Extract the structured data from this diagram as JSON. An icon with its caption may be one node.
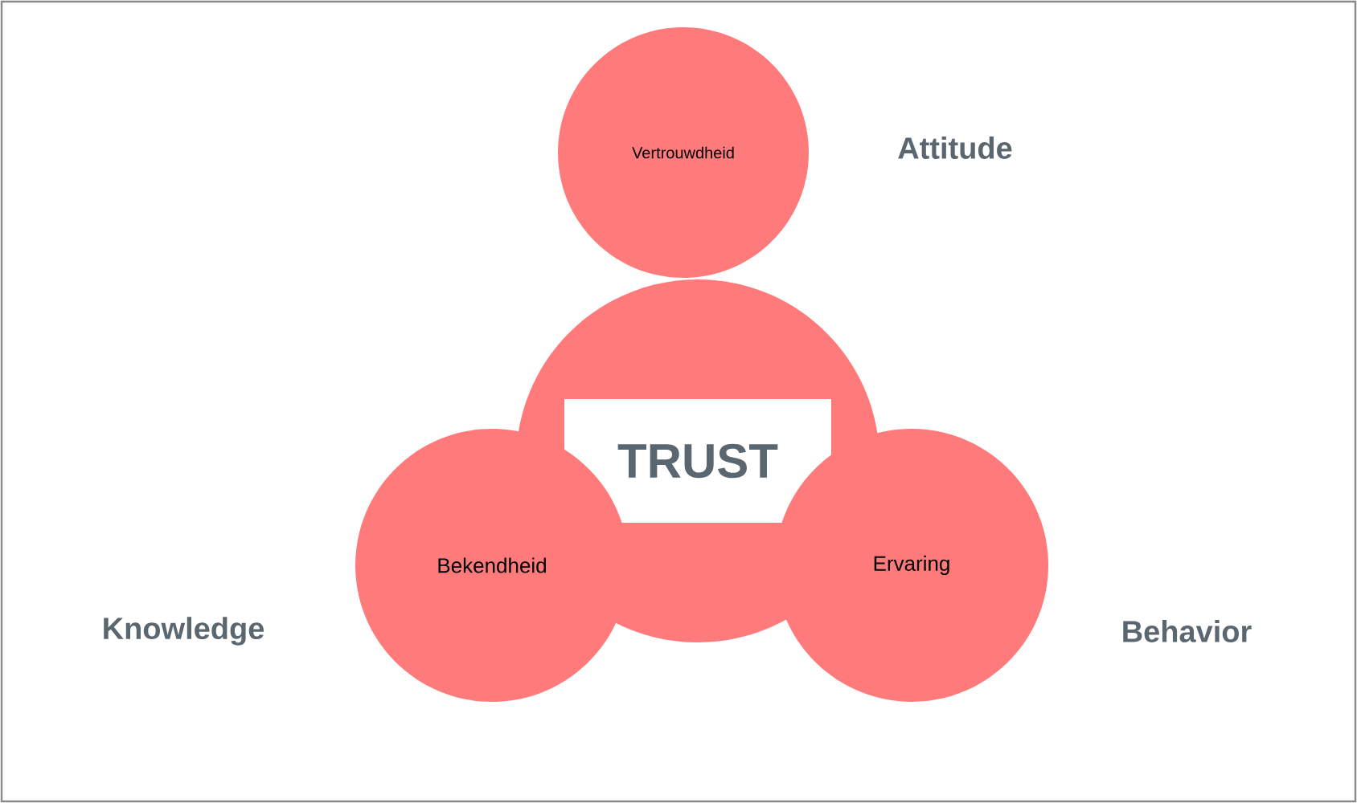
{
  "diagram": {
    "nodes": [
      {
        "text": [
          "Vertrouwdheid"
        ],
        "beside": [
          "Attitude"
        ]
      },
      {
        "text": [
          "TRUST"
        ]
      },
      {
        "text": [
          "Bekendheid"
        ],
        "beside": [
          "Knowledge"
        ]
      },
      {
        "text": [
          "Ervaring"
        ],
        "beside": [
          "Behavior"
        ]
      }
    ]
  }
}
